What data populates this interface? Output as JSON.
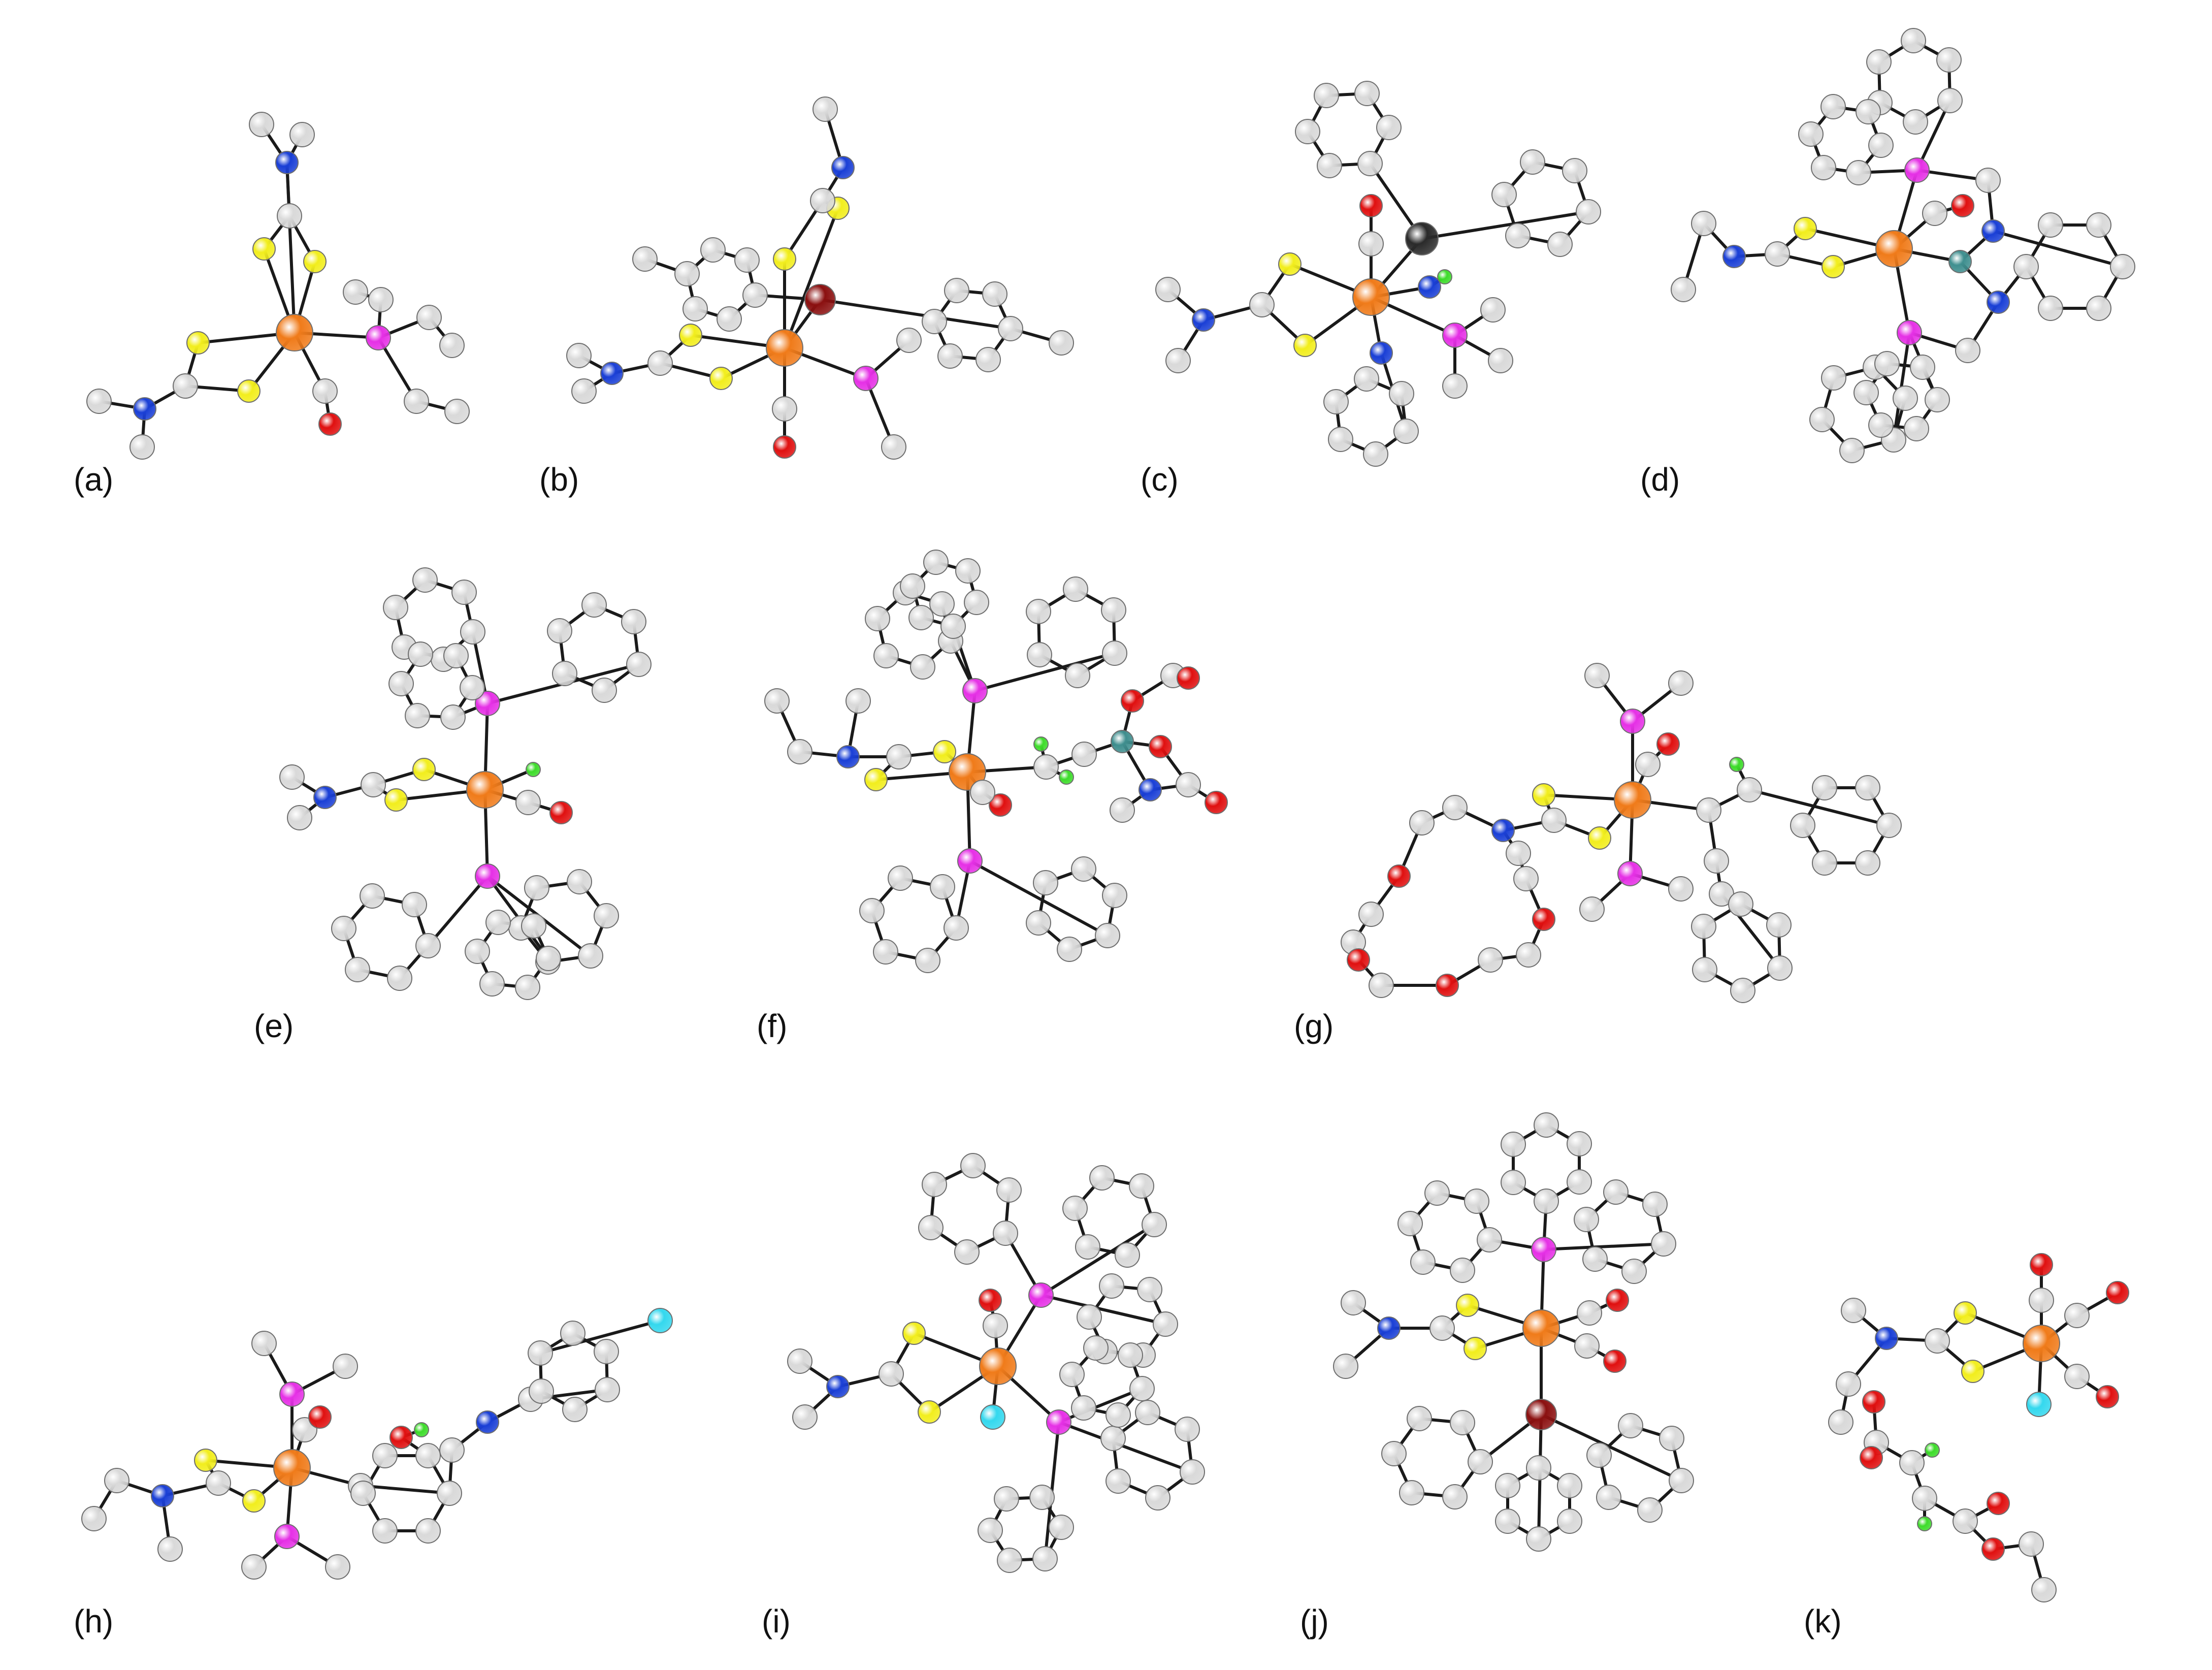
{
  "figure": {
    "panels": [
      {
        "id": "a",
        "label": "(a)"
      },
      {
        "id": "b",
        "label": "(b)"
      },
      {
        "id": "c",
        "label": "(c)"
      },
      {
        "id": "d",
        "label": "(d)"
      },
      {
        "id": "e",
        "label": "(e)"
      },
      {
        "id": "f",
        "label": "(f)"
      },
      {
        "id": "g",
        "label": "(g)"
      },
      {
        "id": "h",
        "label": "(h)"
      },
      {
        "id": "i",
        "label": "(i)"
      },
      {
        "id": "j",
        "label": "(j)"
      },
      {
        "id": "k",
        "label": "(k)"
      }
    ],
    "atom_colors": {
      "metal": "#f07b1a",
      "carbon": "#d9d9d9",
      "sulfur": "#f2ee1d",
      "nitrogen": "#1a3fd6",
      "oxygen": "#e01010",
      "phosphorus": "#e630e6",
      "hydrogen": "#3ddc2a",
      "bromine": "#8b1010",
      "fluorine_like": "#34d8ee",
      "heavy_dark": "#2a2a2a",
      "teal": "#3f8f8f"
    }
  }
}
